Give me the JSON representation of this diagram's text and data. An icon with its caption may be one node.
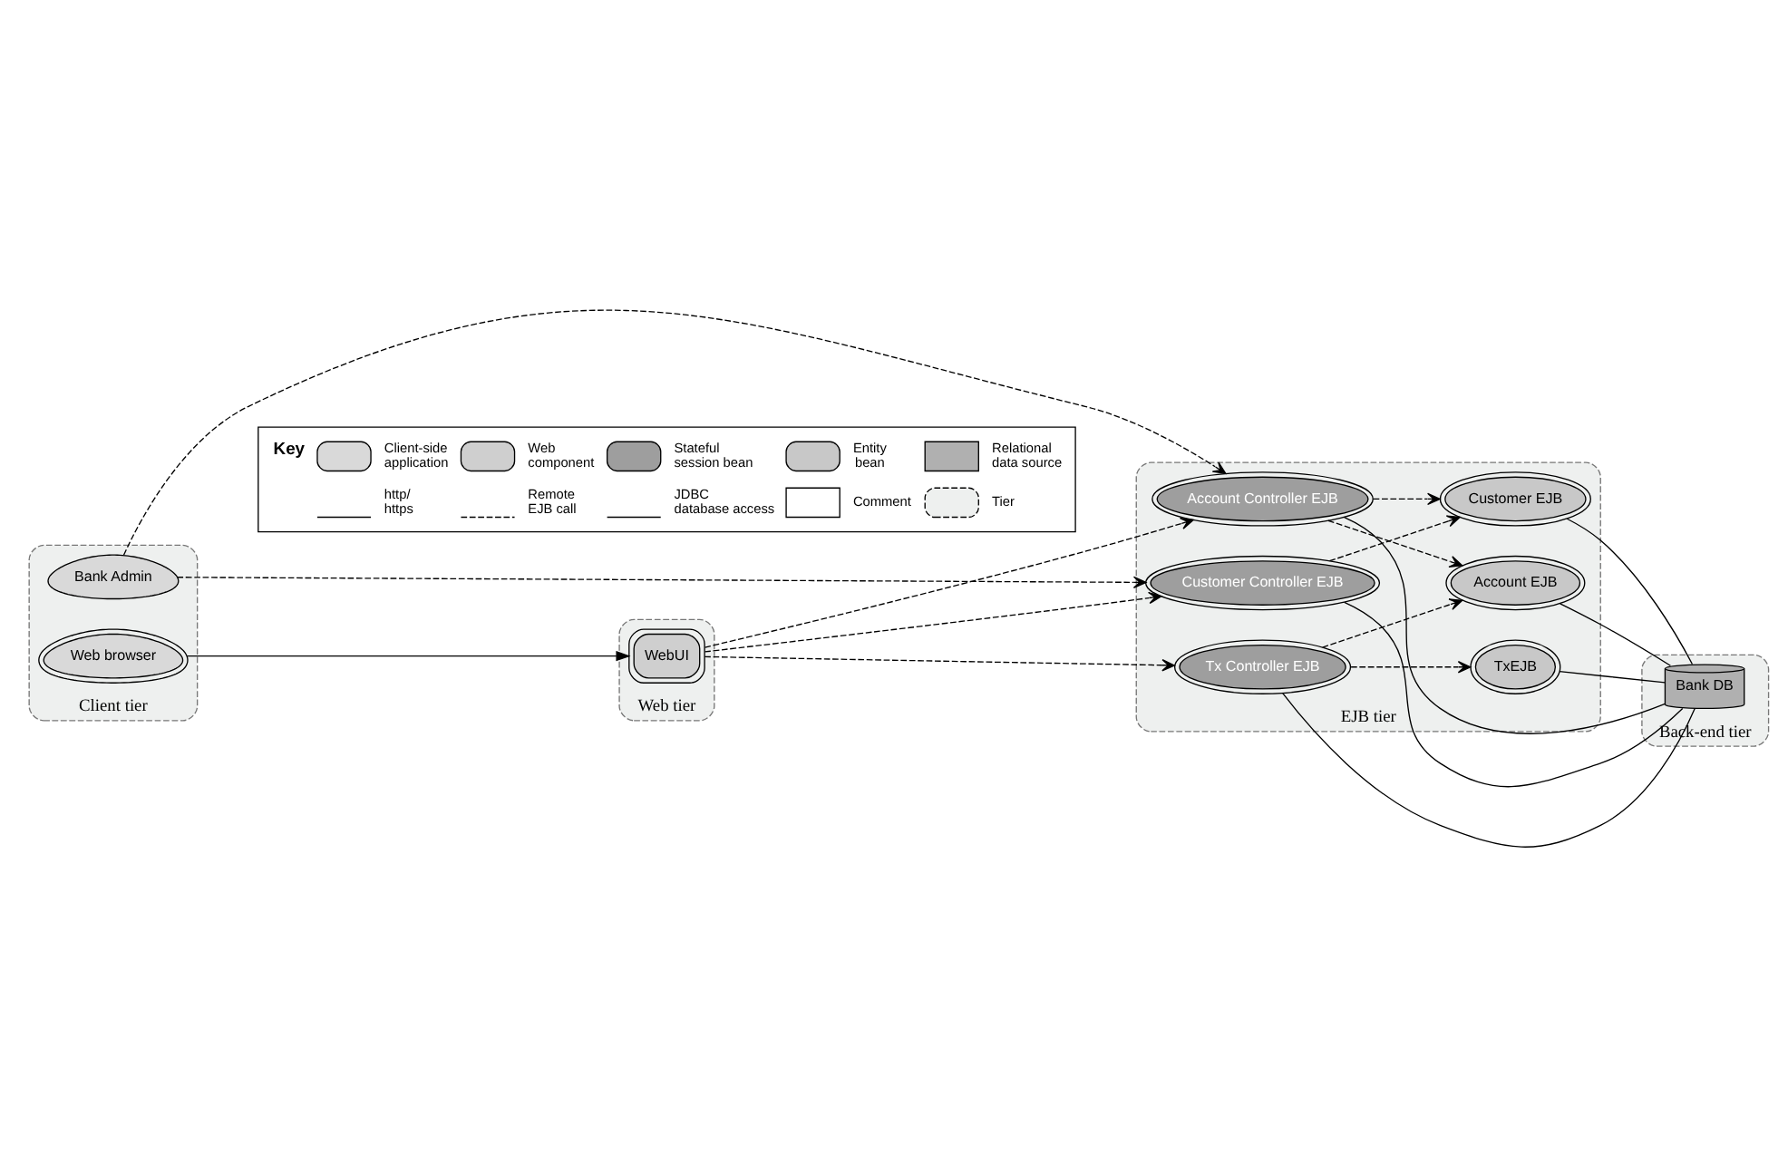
{
  "diagram": {
    "nodes": [
      {
        "text": [
          "Client tier"
        ]
      },
      {
        "text": [
          "Bank Admin"
        ],
        "in": 0
      },
      {
        "text": [
          "Web browser"
        ],
        "in": 0
      },
      {
        "text": [
          "Web tier"
        ]
      },
      {
        "text": [
          "WebUI"
        ],
        "in": 3
      },
      {
        "text": [
          "EJB tier"
        ]
      },
      {
        "text": [
          "Account Controller EJB"
        ],
        "in": 5
      },
      {
        "text": [
          "Customer Controller EJB"
        ],
        "in": 5
      },
      {
        "text": [
          "Tx Controller EJB"
        ],
        "in": 5
      },
      {
        "text": [
          "Account EJB"
        ],
        "in": 5
      },
      {
        "text": [
          "Customer EJB"
        ],
        "in": 5
      },
      {
        "text": [
          "TxEJB"
        ],
        "in": 5
      },
      {
        "text": [
          "Back-end tier"
        ]
      },
      {
        "text": [
          "Bank DB"
        ],
        "in": 12
      }
    ],
    "edges": [
      {
        "from": 1,
        "to": 6,
        "arrow": "to",
        "style": "dashed"
      },
      {
        "from": 1,
        "to": 7,
        "arrow": "to",
        "style": "dashed"
      },
      {
        "from": 2,
        "to": 4,
        "arrow": "to"
      },
      {
        "from": 4,
        "to": 6,
        "arrow": "to",
        "style": "dashed"
      },
      {
        "from": 4,
        "to": 7,
        "arrow": "to",
        "style": "dashed"
      },
      {
        "from": 4,
        "to": 8,
        "arrow": "to",
        "style": "dashed"
      },
      {
        "from": 6,
        "to": 9,
        "arrow": "to",
        "style": "dashed"
      },
      {
        "from": 6,
        "to": 10,
        "arrow": "to",
        "style": "dashed"
      },
      {
        "from": 7,
        "to": 10,
        "arrow": "to",
        "style": "dashed"
      },
      {
        "from": 8,
        "to": 9,
        "arrow": "to",
        "style": "dashed"
      },
      {
        "from": 8,
        "to": 11,
        "arrow": "to",
        "style": "dashed"
      },
      {
        "from": 6,
        "to": 13,
        "arrow": "none"
      },
      {
        "from": 9,
        "to": 13,
        "arrow": "none"
      },
      {
        "from": 10,
        "to": 13,
        "arrow": "none"
      },
      {
        "from": 7,
        "to": 13,
        "arrow": "none"
      },
      {
        "from": 8,
        "to": 13,
        "arrow": "none"
      },
      {
        "from": 11,
        "to": 13,
        "arrow": "none"
      }
    ],
    "labels": [
      "Key"
    ],
    "legend": [
      {
        "text": "Client-side application"
      },
      {
        "text": "Web component"
      },
      {
        "text": "Stateful session bean"
      },
      {
        "text": "Entity bean"
      },
      {
        "text": "Relational data source"
      },
      {
        "text": "http/ https"
      },
      {
        "text": "Remote EJB call"
      },
      {
        "text": "JDBC database access"
      },
      {
        "text": "Comment"
      },
      {
        "text": "Tier"
      }
    ]
  }
}
